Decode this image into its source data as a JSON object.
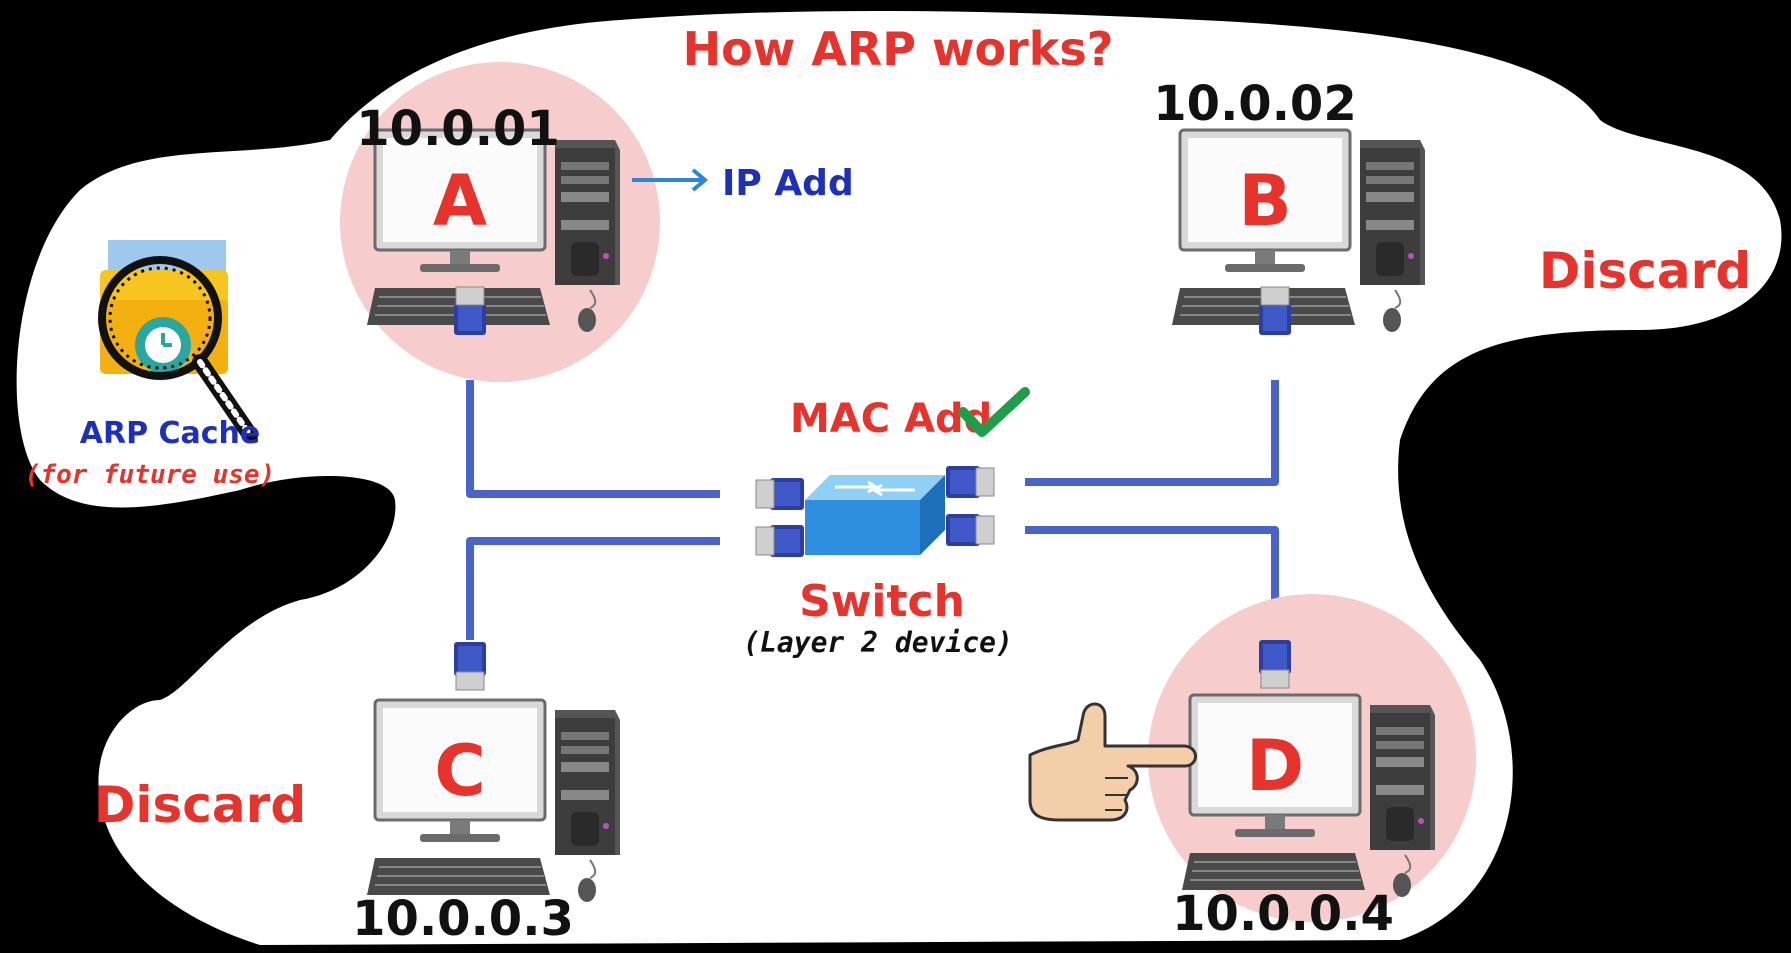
{
  "title": "How ARP works?",
  "colors": {
    "red": "#e8332c",
    "blue": "#1e2fb8",
    "cable": "#4a63c9",
    "highlight": "#f6cccc",
    "switch": "#2e8fe0",
    "check": "#1e9e4a"
  },
  "computers": {
    "a": {
      "label": "A",
      "ip": "10.0.01",
      "highlighted": true
    },
    "b": {
      "label": "B",
      "ip": "10.0.02",
      "highlighted": false,
      "status": "Discard"
    },
    "c": {
      "label": "C",
      "ip": "10.0.0.3",
      "highlighted": false,
      "status": "Discard"
    },
    "d": {
      "label": "D",
      "ip": "10.0.0.4",
      "highlighted": true
    }
  },
  "ip_pointer": "IP Add",
  "mac_label": "MAC Add",
  "switch": {
    "label": "Switch",
    "sublabel": "(Layer 2 device)"
  },
  "arp_cache": {
    "label": "ARP Cache",
    "sublabel": "(for future use)"
  },
  "icons": [
    "magnifier-icon",
    "folder-icon",
    "clock-icon",
    "checkmark-icon",
    "pointing-hand-icon",
    "arrow-right-icon"
  ]
}
